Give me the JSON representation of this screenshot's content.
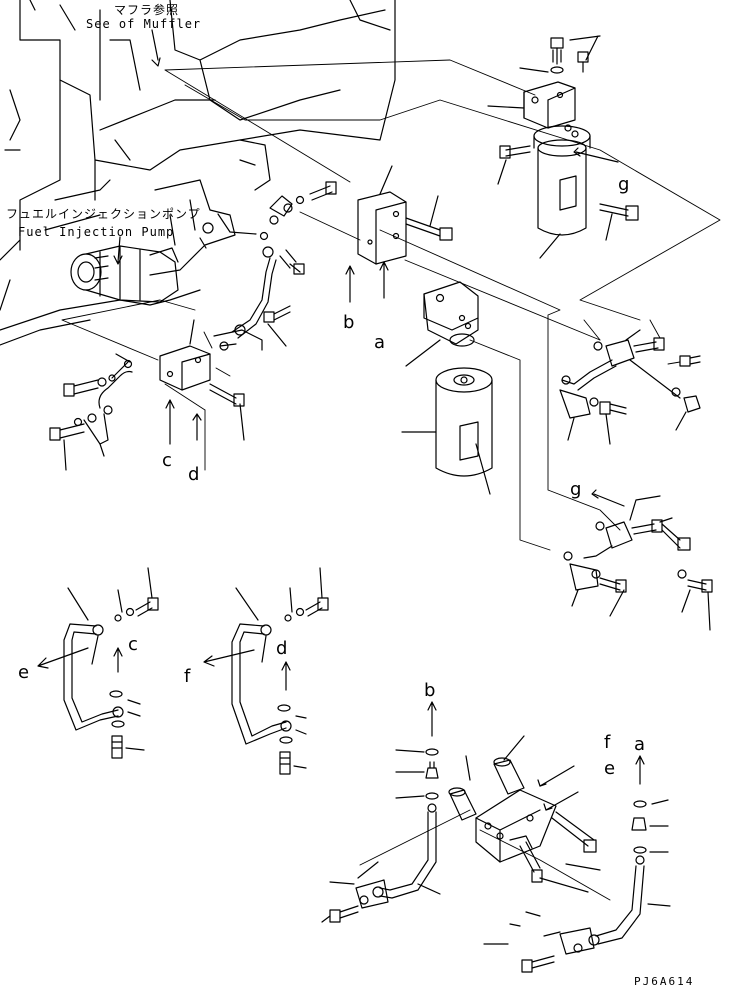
{
  "notes": {
    "muffler_jp": "マフラ参照",
    "muffler_en": "See of Muffler",
    "pump_jp": "フュエルインジェクションポンプ",
    "pump_en": "Fuel Injection Pump"
  },
  "refs": {
    "a": "a",
    "b": "b",
    "c": "c",
    "d": "d",
    "e": "e",
    "f": "f",
    "g": "g"
  },
  "drawing_code": "PJ6A614"
}
